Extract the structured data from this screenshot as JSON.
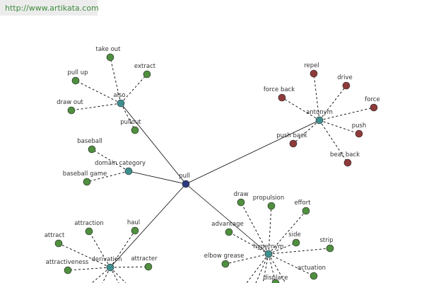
{
  "banner": {
    "url": "http://www.artikata.com"
  },
  "colors": {
    "center": "#2b3a80",
    "hub": "#3f8f8f",
    "synonym_leaf": "#4f8f3f",
    "antonym_leaf": "#8f3a3a",
    "edge": "#000000"
  },
  "graph": {
    "center": {
      "id": "pull",
      "label": "pull"
    },
    "hubs": [
      {
        "id": "also",
        "label": "also",
        "kind": "synonym"
      },
      {
        "id": "domain",
        "label": "domain category",
        "kind": "synonym"
      },
      {
        "id": "antonym",
        "label": "antonym",
        "kind": "antonym"
      },
      {
        "id": "hypernym",
        "label": "hypernym",
        "kind": "synonym"
      },
      {
        "id": "derivation",
        "label": "derivation",
        "kind": "synonym"
      }
    ],
    "leaves": [
      {
        "id": "take_out",
        "label": "take out",
        "hub": "also"
      },
      {
        "id": "pull_up",
        "label": "pull up",
        "hub": "also"
      },
      {
        "id": "extract",
        "label": "extract",
        "hub": "also"
      },
      {
        "id": "draw_out",
        "label": "draw out",
        "hub": "also"
      },
      {
        "id": "pullout",
        "label": "pullout",
        "hub": "also"
      },
      {
        "id": "baseball",
        "label": "baseball",
        "hub": "domain"
      },
      {
        "id": "baseball_game",
        "label": "baseball game",
        "hub": "domain"
      },
      {
        "id": "repel",
        "label": "repel",
        "hub": "antonym"
      },
      {
        "id": "drive",
        "label": "drive",
        "hub": "antonym"
      },
      {
        "id": "force_back",
        "label": "force back",
        "hub": "antonym"
      },
      {
        "id": "force",
        "label": "force",
        "hub": "antonym"
      },
      {
        "id": "push",
        "label": "push",
        "hub": "antonym"
      },
      {
        "id": "push_back",
        "label": "push back",
        "hub": "antonym"
      },
      {
        "id": "beat_back",
        "label": "beat back",
        "hub": "antonym"
      },
      {
        "id": "draw",
        "label": "draw",
        "hub": "hypernym"
      },
      {
        "id": "propulsion",
        "label": "propulsion",
        "hub": "hypernym"
      },
      {
        "id": "effort",
        "label": "effort",
        "hub": "hypernym"
      },
      {
        "id": "advantage",
        "label": "advantage",
        "hub": "hypernym"
      },
      {
        "id": "side",
        "label": "side",
        "hub": "hypernym"
      },
      {
        "id": "strip",
        "label": "strip",
        "hub": "hypernym"
      },
      {
        "id": "elbow_grease",
        "label": "elbow grease",
        "hub": "hypernym"
      },
      {
        "id": "actuation",
        "label": "actuation",
        "hub": "hypernym"
      },
      {
        "id": "displace",
        "label": "displace",
        "hub": "hypernym"
      },
      {
        "id": "attraction",
        "label": "attraction",
        "hub": "derivation"
      },
      {
        "id": "haul",
        "label": "haul",
        "hub": "derivation"
      },
      {
        "id": "attract",
        "label": "attract",
        "hub": "derivation"
      },
      {
        "id": "attractiveness",
        "label": "attractiveness",
        "hub": "derivation"
      },
      {
        "id": "attracter",
        "label": "attracter",
        "hub": "derivation"
      }
    ]
  }
}
